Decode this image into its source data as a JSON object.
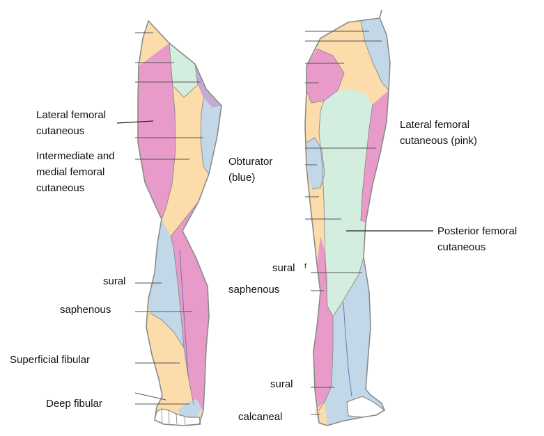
{
  "colors": {
    "pink": "#e89bc8",
    "yellow": "#fbdcaa",
    "blue": "#c2d8e9",
    "green": "#d3eede",
    "purple": "#c7a9d6",
    "outline": "#8a8a8a"
  },
  "front_view": {
    "labels": {
      "lateral_femoral": [
        "Lateral femoral",
        "cutaneous"
      ],
      "intermediate_medial": [
        "Intermediate and",
        "medial femoral",
        "cutaneous"
      ],
      "obturator": [
        "Obturator",
        "(blue)"
      ],
      "sural": "sural",
      "saphenous": "saphenous",
      "superficial_fibular": "Superficial fibular",
      "deep_fibular": "Deep fibular"
    }
  },
  "back_view": {
    "labels": {
      "lateral_femoral": [
        "Lateral femoral",
        "cutaneous (pink)"
      ],
      "posterior_femoral": [
        "Posterior femoral",
        "cutaneous"
      ],
      "sural_upper": "sural",
      "sural_mark": "f",
      "saphenous": "saphenous",
      "sural_lower": "sural",
      "calcaneal": "calcaneal"
    }
  }
}
